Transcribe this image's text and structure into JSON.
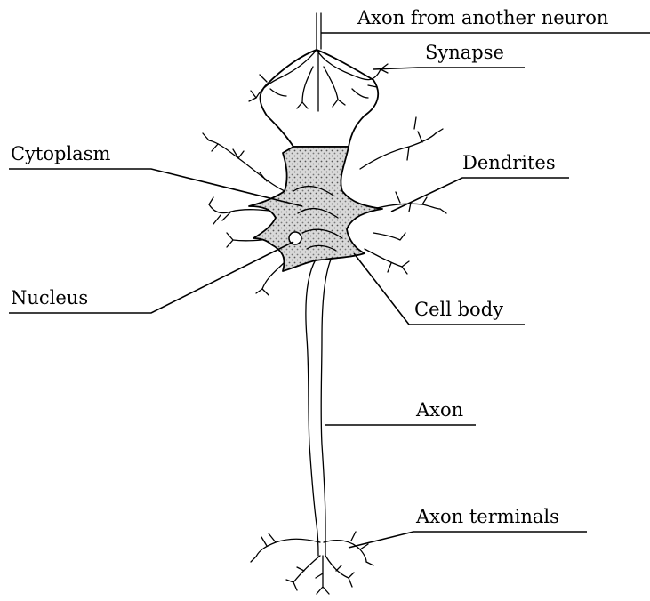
{
  "labels": {
    "axon_from_another_neuron": "Axon from another neuron",
    "synapse": "Synapse",
    "cytoplasm": "Cytoplasm",
    "dendrites": "Dendrites",
    "nucleus": "Nucleus",
    "cell_body": "Cell body",
    "axon": "Axon",
    "axon_terminals": "Axon terminals"
  }
}
